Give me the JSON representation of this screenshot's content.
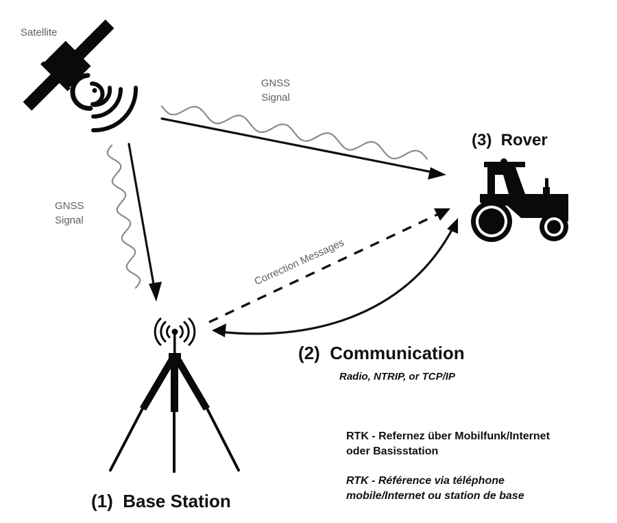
{
  "diagram": {
    "satellite": {
      "label": "Satellite",
      "icon": "satellite-icon"
    },
    "signals": {
      "to_rover_label_line1": "GNSS",
      "to_rover_label_line2": "Signal",
      "to_base_label_line1": "GNSS",
      "to_base_label_line2": "Signal"
    },
    "rover": {
      "title": "(3)  Rover",
      "icon": "tractor-icon"
    },
    "correction": {
      "label": "Correction Messages"
    },
    "communication": {
      "title": "(2)  Communication",
      "subtitle": "Radio, NTRIP, or TCP/IP"
    },
    "base_station": {
      "title": "(1)  Base Station",
      "icon": "tripod-antenna-icon"
    },
    "captions": {
      "german_line1": "RTK - Refernez über Mobilfunk/Internet",
      "german_line2": "oder Basisstation",
      "french_line1": "RTK - Référence via téléphone",
      "french_line2": "mobile/Internet ou station de base"
    },
    "colors": {
      "ink": "#0a0a0a",
      "gray_text": "#5e5e5e",
      "wave": "#8a8a8a",
      "background": "#ffffff"
    }
  }
}
